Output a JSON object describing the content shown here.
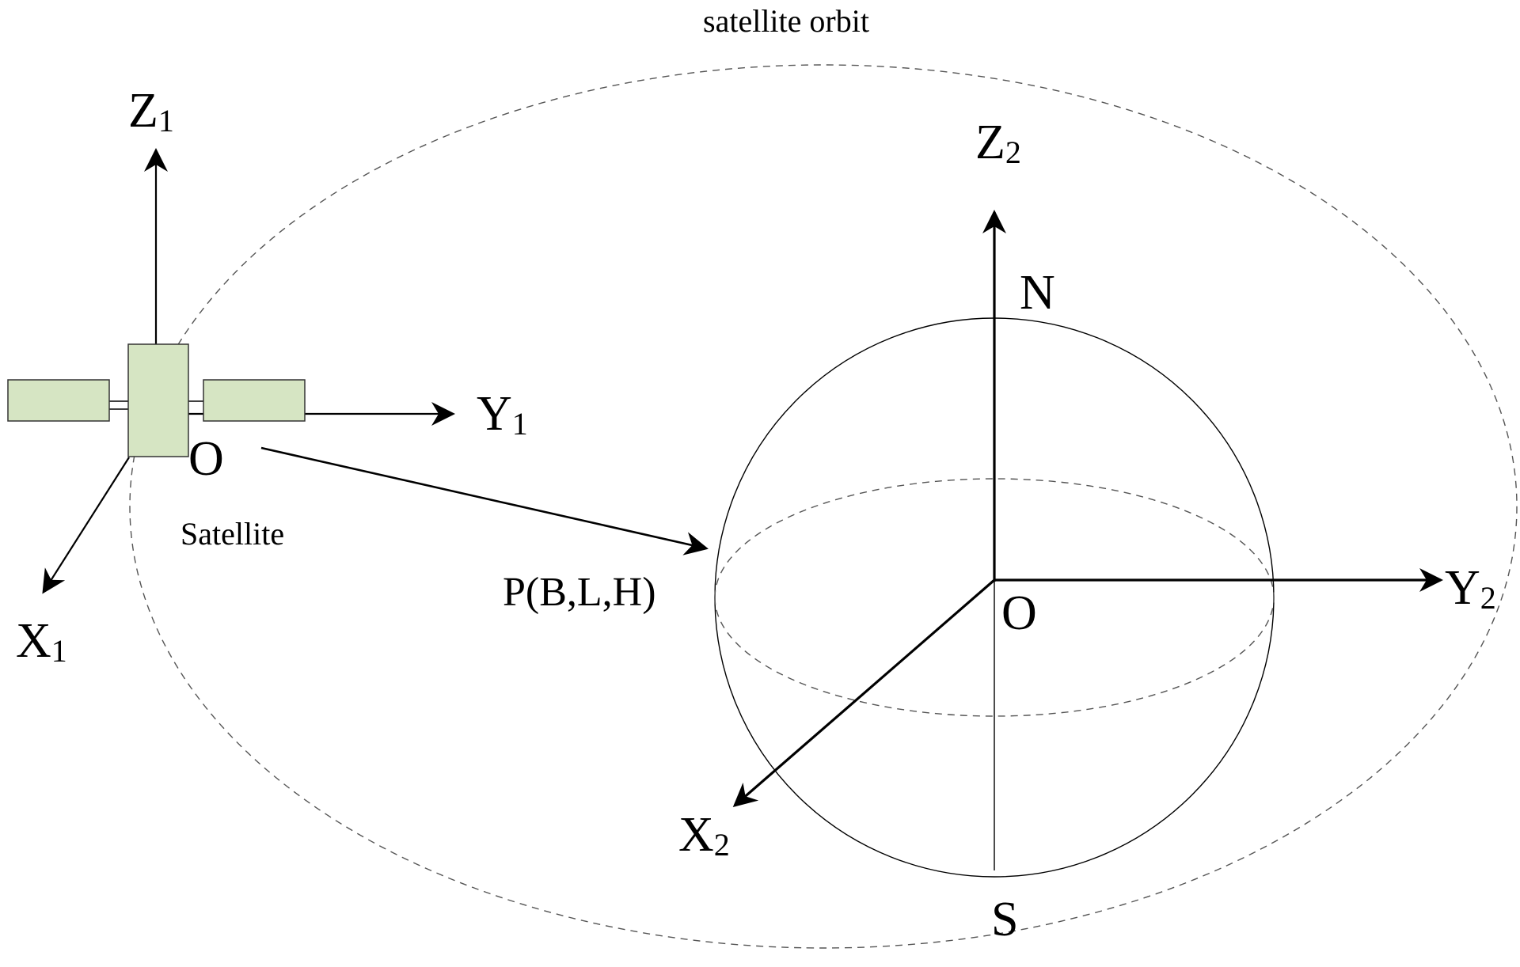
{
  "title": "satellite orbit",
  "satellite": {
    "label": "Satellite",
    "axes": {
      "z": {
        "letter": "Z",
        "sub": "1"
      },
      "y": {
        "letter": "Y",
        "sub": "1"
      },
      "x": {
        "letter": "X",
        "sub": "1"
      }
    },
    "origin": "O"
  },
  "earth": {
    "axes": {
      "z": {
        "letter": "Z",
        "sub": "2"
      },
      "y": {
        "letter": "Y",
        "sub": "2"
      },
      "x": {
        "letter": "X",
        "sub": "2"
      }
    },
    "origin": "O",
    "north": "N",
    "south": "S",
    "point": "P(B,L,H)"
  },
  "colors": {
    "panel_fill": "#d6e5c3",
    "line": "#000000",
    "dashed": "#555555"
  }
}
